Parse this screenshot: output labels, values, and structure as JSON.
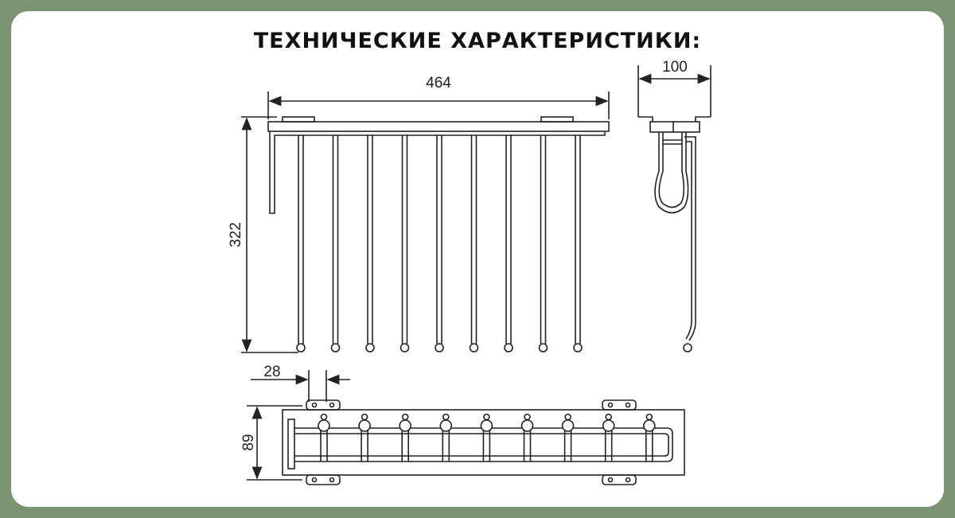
{
  "title": "ТЕХНИЧЕСКИЕ ХАРАКТЕРИСТИКИ:",
  "dimensions": {
    "width": "464",
    "height": "322",
    "depth": "100",
    "mount_spacing": "28",
    "top_view_width": "89"
  },
  "hook_count": 9,
  "colors": {
    "background": "#7b9572",
    "card": "#ffffff",
    "line": "#222222"
  }
}
